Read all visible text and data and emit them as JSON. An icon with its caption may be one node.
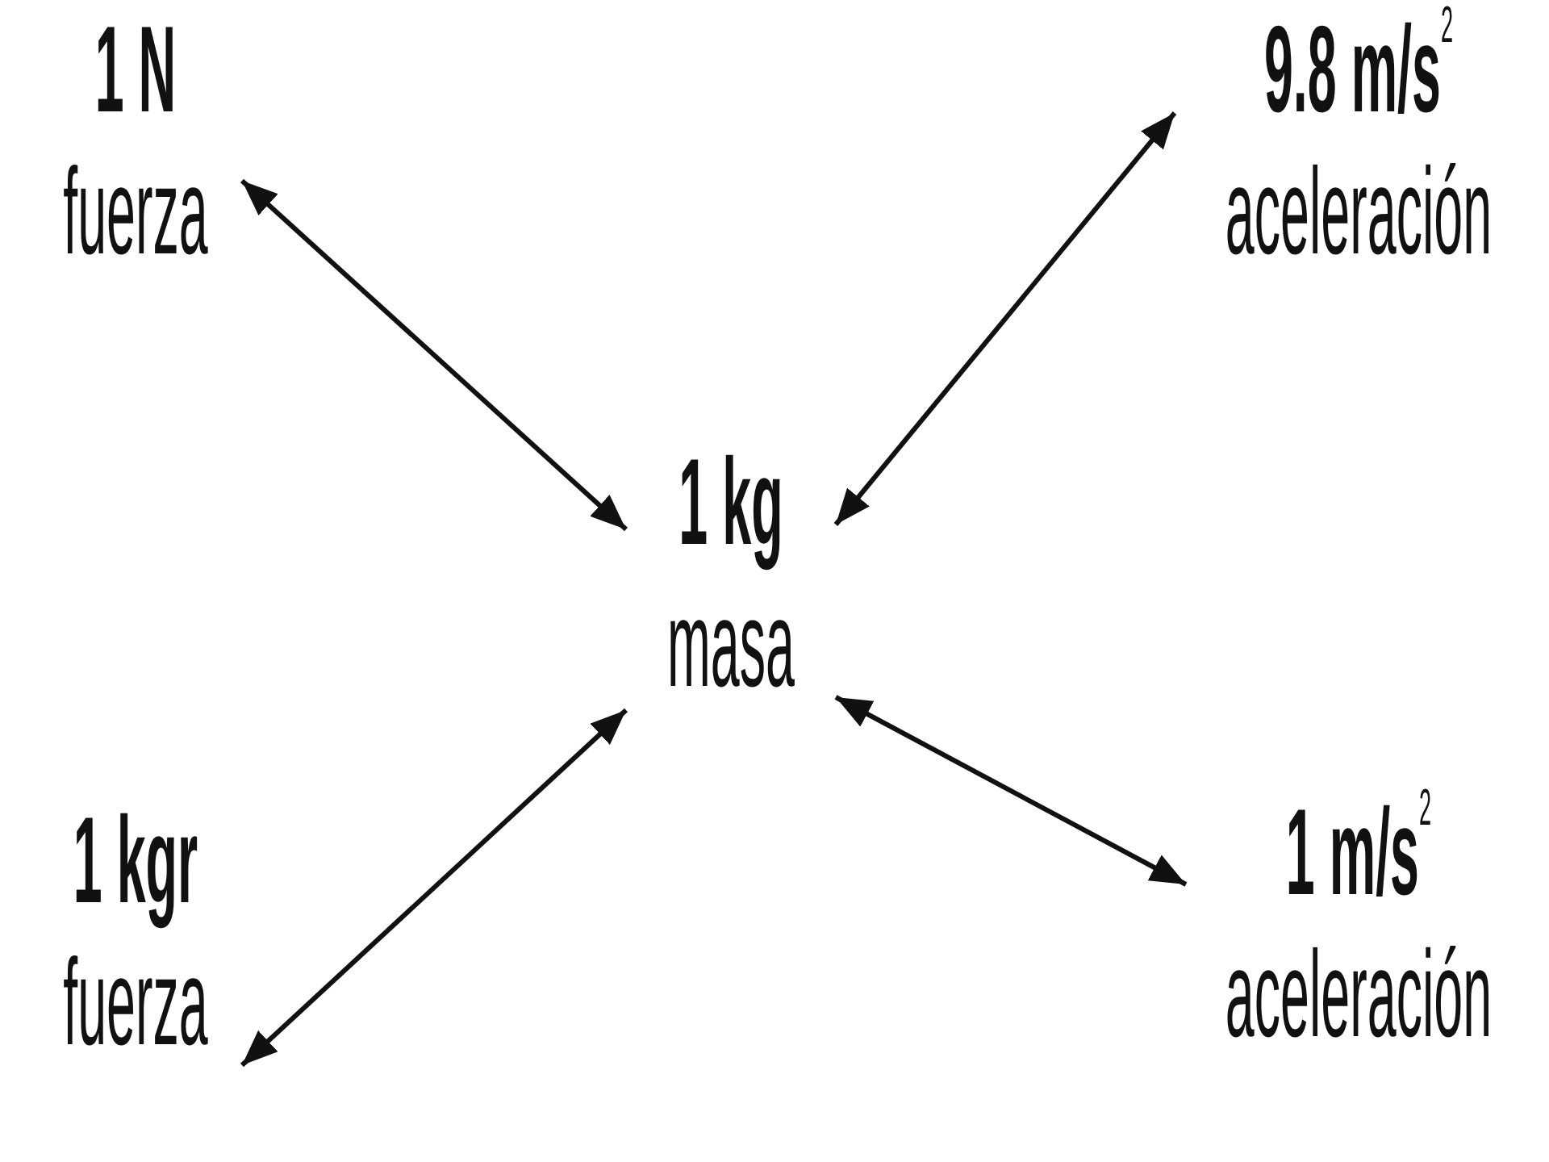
{
  "diagram": {
    "nodes": [
      {
        "text": [
          "1 N",
          "fuerza"
        ]
      },
      {
        "text": [
          "9.8 m/s$^{2}$",
          "aceleración"
        ]
      },
      {
        "text": [
          "1 kg",
          "masa"
        ]
      },
      {
        "text": [
          "1 kgr",
          "fuerza"
        ]
      },
      {
        "text": [
          "1 m/s$^{2}$",
          "aceleración"
        ]
      }
    ],
    "edges": [
      {
        "from": 0,
        "to": 2,
        "arrow": "both"
      },
      {
        "from": 2,
        "to": 1,
        "arrow": "both"
      },
      {
        "from": 3,
        "to": 2,
        "arrow": "both"
      },
      {
        "from": 2,
        "to": 4,
        "arrow": "both"
      }
    ]
  }
}
